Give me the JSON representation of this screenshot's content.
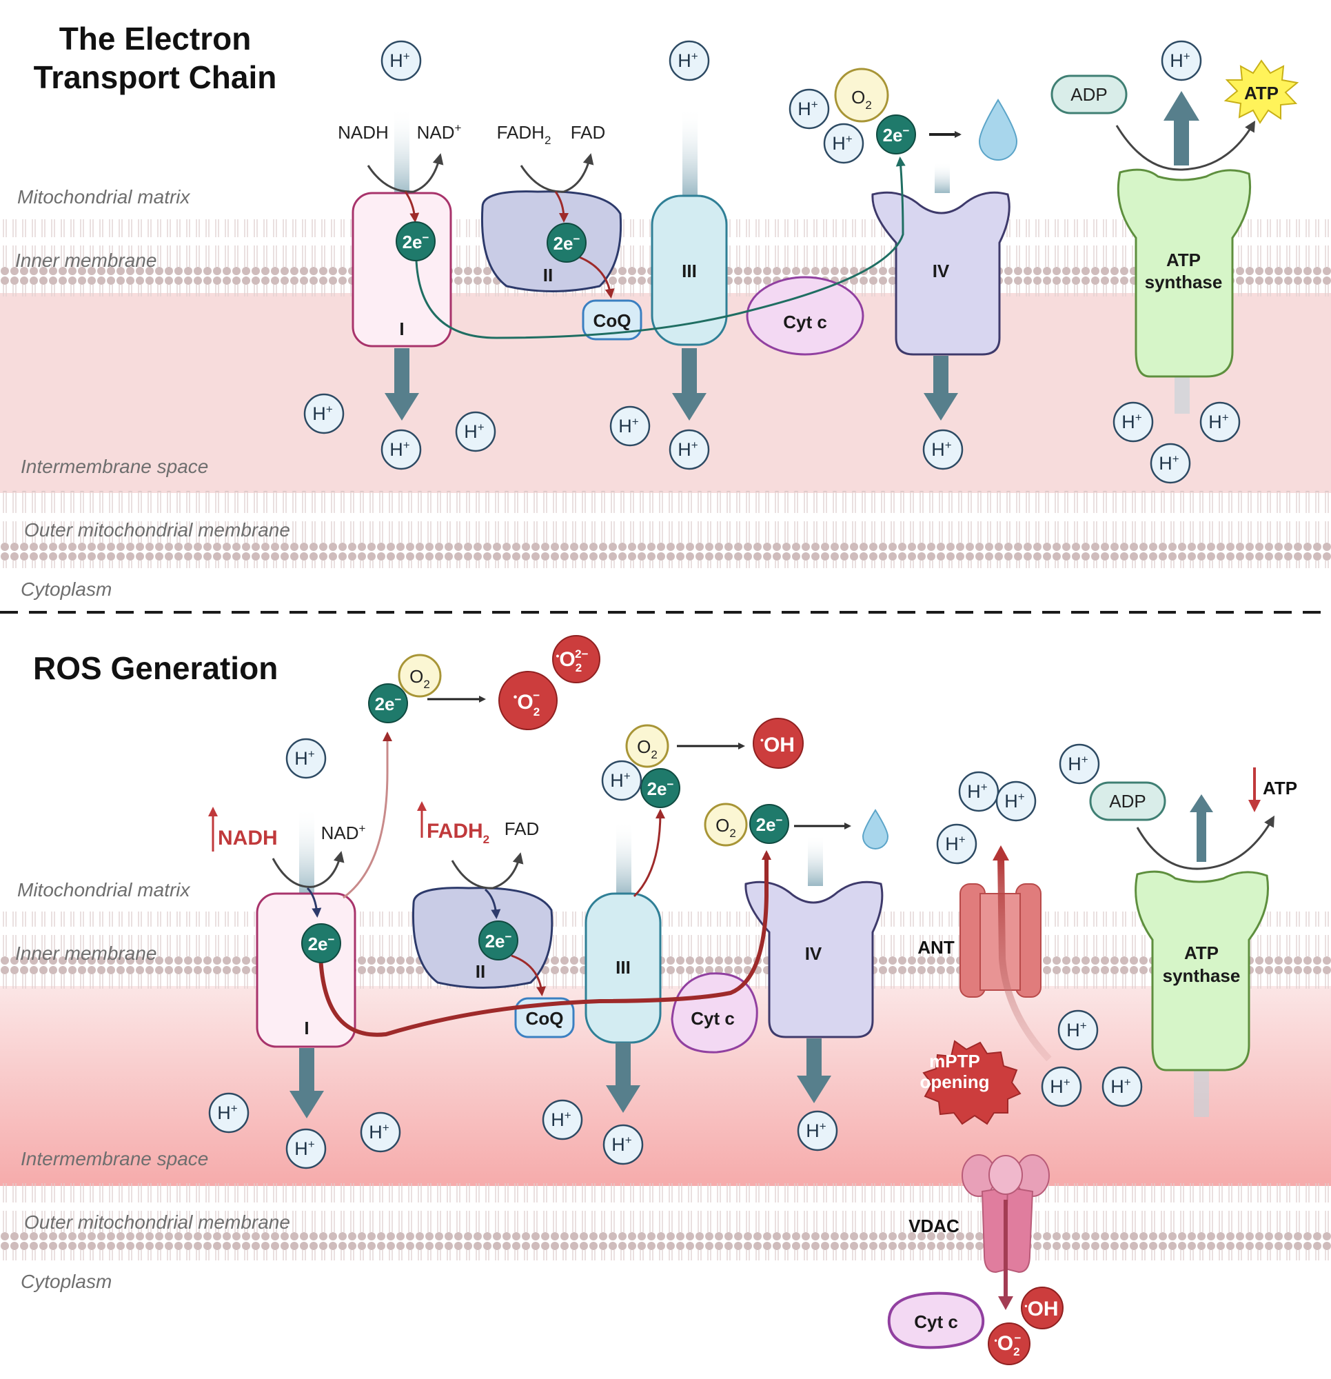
{
  "top": {
    "title_line1": "The Electron",
    "title_line2": "Transport Chain",
    "regions": {
      "matrix": "Mitochondrial matrix",
      "inner": "Inner membrane",
      "ims": "Intermembrane space",
      "outer": "Outer mitochondrial membrane",
      "cytoplasm": "Cytoplasm"
    },
    "complexes": {
      "c1": "I",
      "c2": "II",
      "c3": "III",
      "c4": "IV",
      "coq": "CoQ",
      "cytc": "Cyt c",
      "atp_synthase_line1": "ATP",
      "atp_synthase_line2": "synthase"
    },
    "metabolites": {
      "nadh": "NADH",
      "nad": "NAD",
      "fadh2": "FADH",
      "fad": "FAD",
      "o2": "O",
      "adp": "ADP",
      "atp": "ATP",
      "electrons": "2e"
    }
  },
  "bottom": {
    "title": "ROS Generation",
    "regions": {
      "matrix": "Mitochondrial matrix",
      "inner": "Inner membrane",
      "ims": "Intermembrane space",
      "outer": "Outer mitochondrial membrane",
      "cytoplasm": "Cytoplasm"
    },
    "complexes": {
      "c1": "I",
      "c2": "II",
      "c3": "III",
      "c4": "IV",
      "coq": "CoQ",
      "cytc": "Cyt c",
      "atp_synthase_line1": "ATP",
      "atp_synthase_line2": "synthase",
      "ant": "ANT",
      "vdac": "VDAC",
      "mptp_line1": "mPTP",
      "mptp_line2": "opening",
      "released_cytc": "Cyt c"
    },
    "metabolites": {
      "nadh": "NADH",
      "nad": "NAD",
      "fadh2": "FADH",
      "fad": "FAD",
      "o2": "O",
      "adp": "ADP",
      "atp": "ATP",
      "electrons": "2e"
    },
    "ros": {
      "superoxide": "O",
      "peroxide": "O",
      "hydroxyl": "OH"
    }
  },
  "common": {
    "proton": "H",
    "plus": "+",
    "minus": "−",
    "sub2": "2",
    "dot": "•",
    "peroxide_charge": "2−"
  },
  "colors": {
    "membrane_head": "#ccb8b8",
    "ims_fill": "#f7dcdc",
    "complex1": "#fdeef5",
    "complex2": "#c9cce6",
    "complex3": "#d3ecf2",
    "complex4": "#d8d6f0",
    "atp_synthase": "#d6f5c8",
    "electron": "#1f7a6b",
    "ros": "#cc3d3d",
    "proton_arrow": "#577f8c"
  }
}
